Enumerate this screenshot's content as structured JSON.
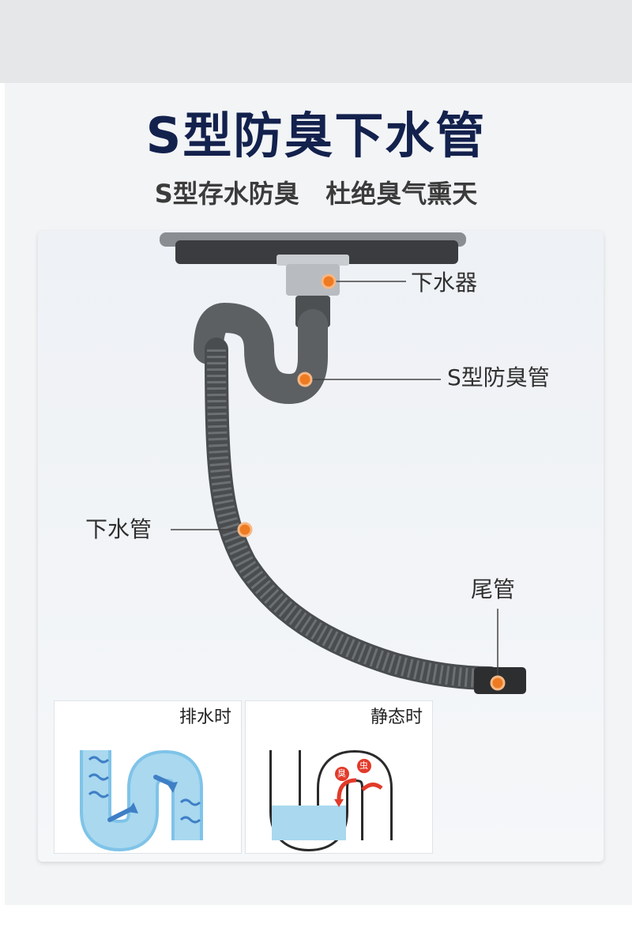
{
  "title": "S型防臭下水管",
  "subtitle": "S型存水防臭   杜绝臭气熏天",
  "callouts": {
    "drainer": "下水器",
    "s_trap": "S型防臭管",
    "drain_pipe": "下水管",
    "tail_pipe": "尾管"
  },
  "illustrations": {
    "draining": {
      "caption": "排水时"
    },
    "static": {
      "caption": "静态时",
      "badge_odor": "臭",
      "badge_bug": "虫"
    }
  },
  "colors": {
    "title": "#13214d",
    "pipe": "#5d6063",
    "marker": "#ee7b22",
    "water": "#a9d8ef",
    "flow_arrow": "#3f7fc6",
    "block_arrow": "#e23a2a"
  }
}
